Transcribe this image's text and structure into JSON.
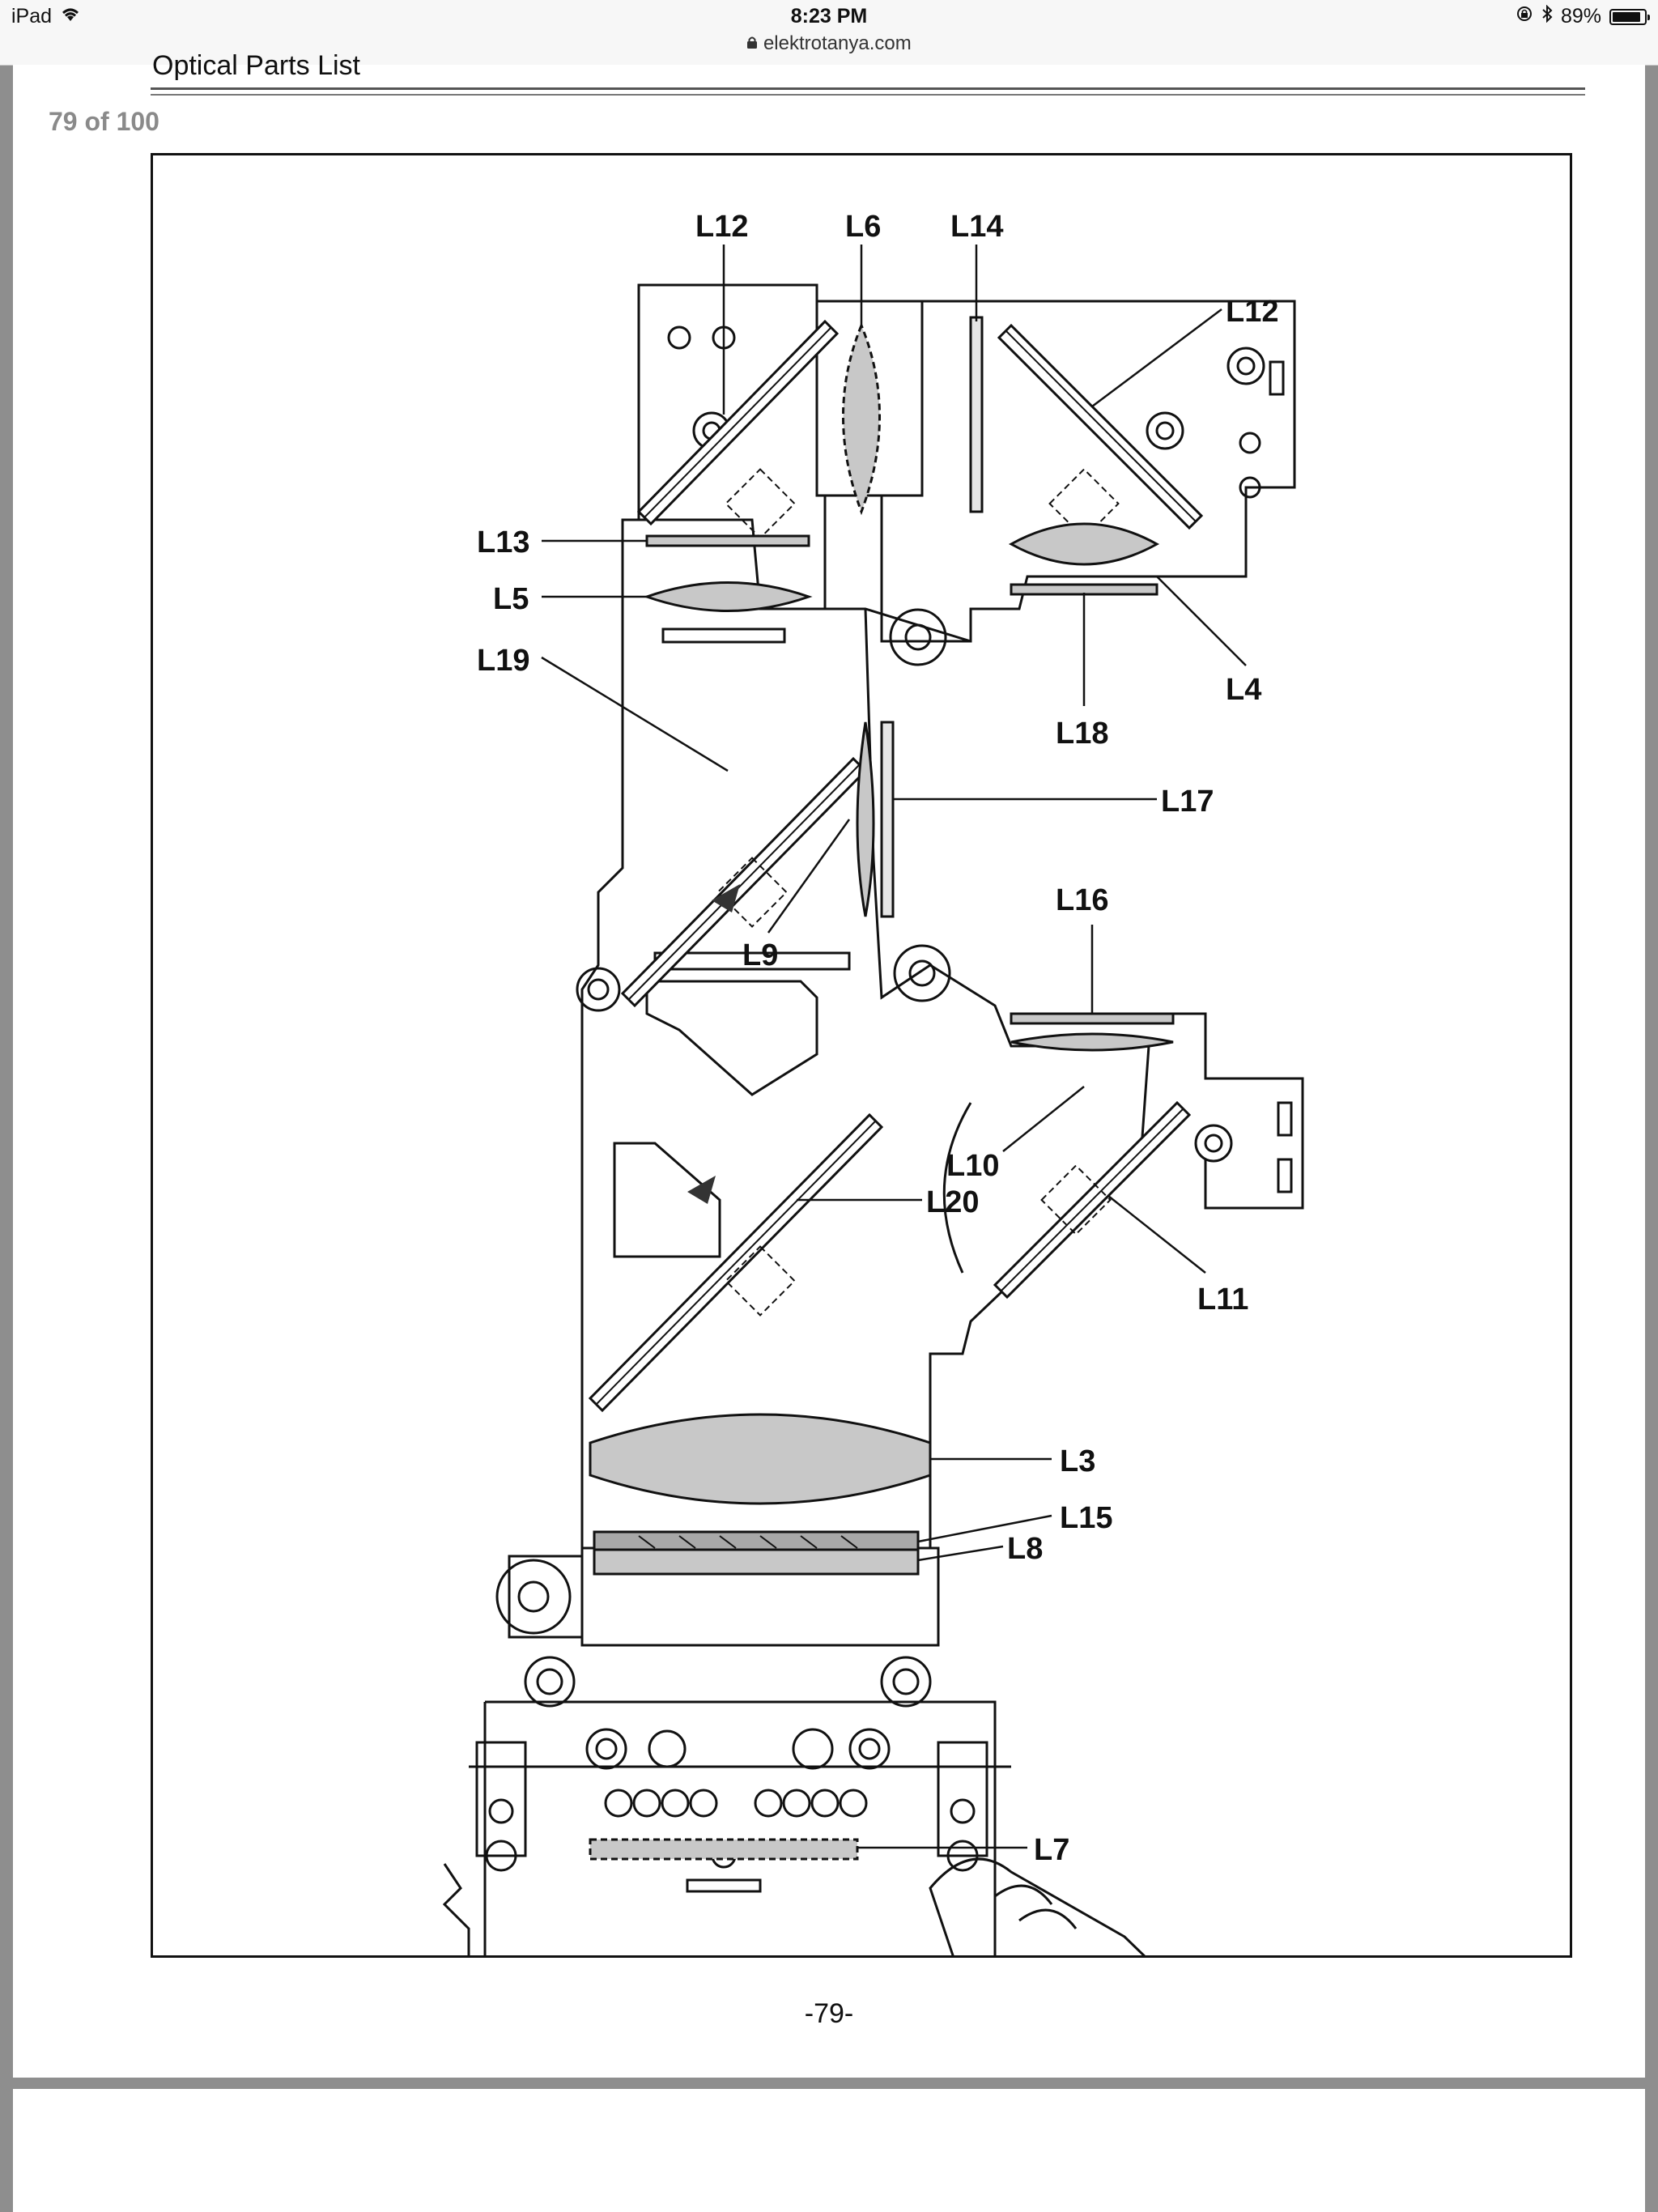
{
  "status_bar": {
    "device": "iPad",
    "time": "8:23 PM",
    "url": "elektrotanya.com",
    "battery": "89%",
    "battery_level": 0.89,
    "icons": [
      "wifi-icon",
      "lock-icon",
      "orientation-lock-icon",
      "bluetooth-icon",
      "battery-icon"
    ]
  },
  "document": {
    "header_title": "Optical Parts List",
    "page_counter": "79 of 100",
    "page_number": "-79-"
  },
  "diagram": {
    "labels": {
      "l12_top": "L12",
      "l6": "L6",
      "l14": "L14",
      "l12_right": "L12",
      "l13": "L13",
      "l5": "L5",
      "l4": "L4",
      "l19": "L19",
      "l18": "L18",
      "l17": "L17",
      "l16": "L16",
      "l9": "L9",
      "l20": "L20",
      "l10": "L10",
      "l11": "L11",
      "l3": "L3",
      "l15": "L15",
      "l8": "L8",
      "l7": "L7"
    }
  },
  "colors": {
    "lens_fill": "#c8c8c8",
    "line": "#111111",
    "background": "#8e8e8e"
  }
}
